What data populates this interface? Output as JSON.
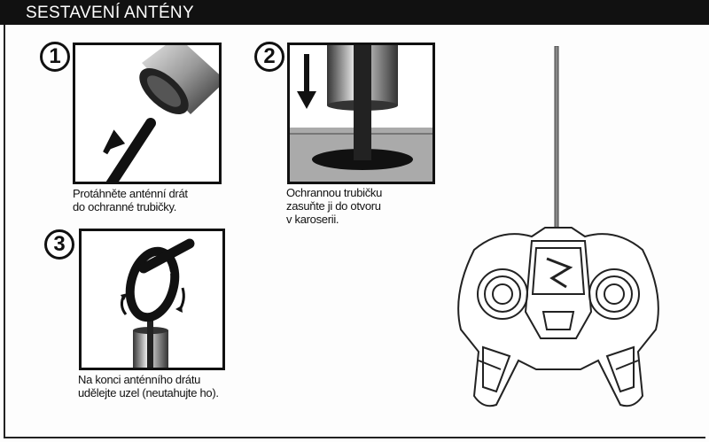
{
  "header": {
    "title": "SESTAVENÍ ANTÉNY"
  },
  "steps": [
    {
      "number": "1",
      "caption_line1": "Protáhněte anténní drát",
      "caption_line2": "do ochranné trubičky."
    },
    {
      "number": "2",
      "caption_line1": "Ochrannou trubičku",
      "caption_line2": "zasuňte ji do otvoru",
      "caption_line3": "v karoserii."
    },
    {
      "number": "3",
      "caption_line1": "Na konci anténního drátu",
      "caption_line2": "udělejte uzel (neutahujte ho)."
    }
  ]
}
